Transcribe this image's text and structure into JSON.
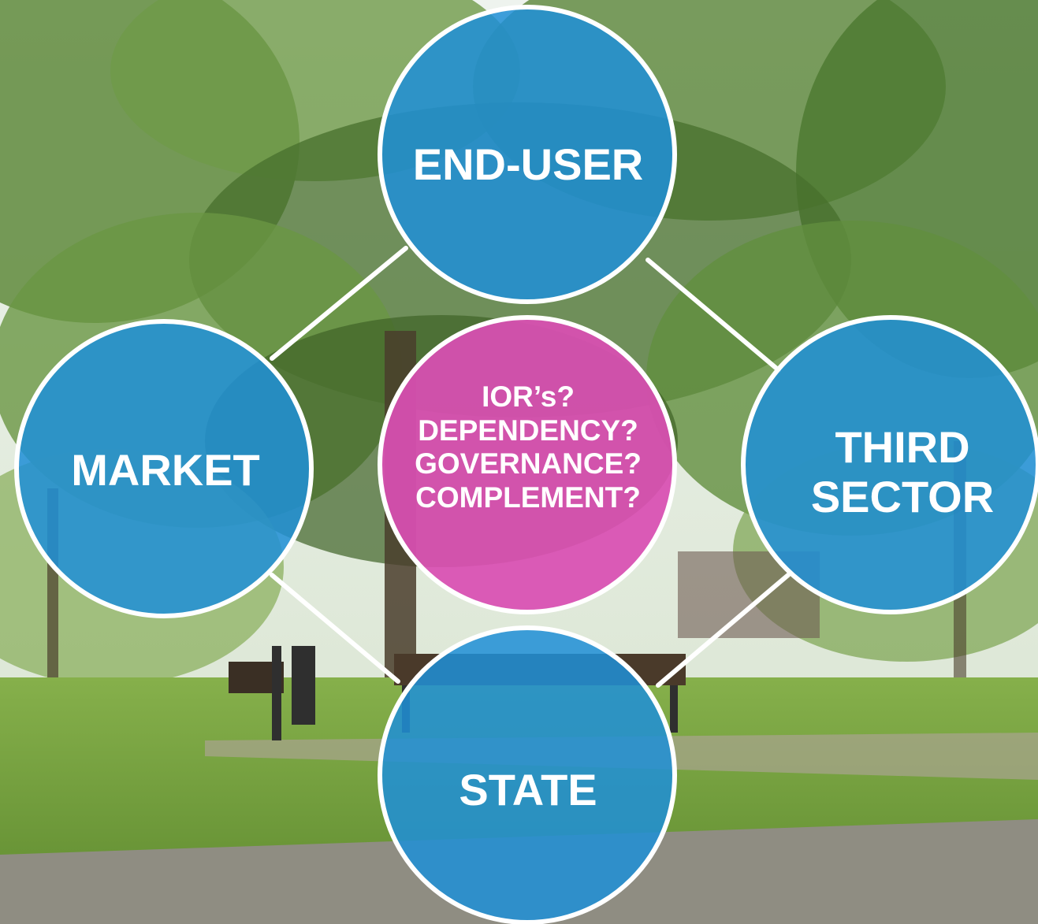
{
  "nodes": {
    "end_user": {
      "label": "END-USER"
    },
    "market": {
      "label": "MARKET"
    },
    "third_sector": {
      "line1": "THIRD",
      "line2": "SECTOR"
    },
    "state": {
      "label": "STATE"
    },
    "center": {
      "lines": [
        "IOR’s?",
        "DEPENDENCY?",
        "GOVERNANCE?",
        "COMPLEMENT?"
      ]
    }
  },
  "colors": {
    "node_blue": "#1f8fd6",
    "center_magenta": "#d94fb3",
    "stroke": "#ffffff",
    "sky": "#e9f0e7",
    "foliage_dark": "#3f5f2a",
    "foliage_light": "#7fa457",
    "grass": "#6f9a3c",
    "path": "#a6a394"
  },
  "icons": {
    "background": "park-photo"
  }
}
